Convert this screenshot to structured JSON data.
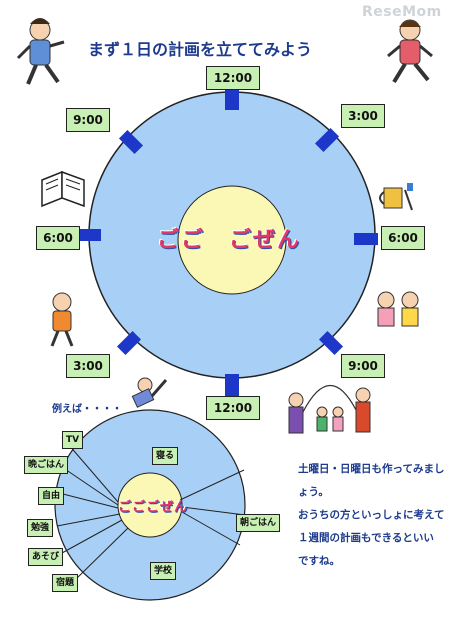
{
  "watermark": "ReseMom",
  "title": "まず１日の計画を立ててみよう",
  "clock": {
    "center_label": "ごご　ごぜん",
    "times": {
      "top": "12:00",
      "right_upper": "3:00",
      "right": "6:00",
      "right_lower": "9:00",
      "bottom": "12:00",
      "left_lower": "3:00",
      "left": "6:00",
      "left_upper": "9:00"
    }
  },
  "example": {
    "heading": "例えば・・・・",
    "center_label": "ごごごぜん",
    "left_items": [
      "TV",
      "晩ごはん",
      "自由",
      "勉強",
      "あそび",
      "宿題"
    ],
    "right_items": [
      "寝る",
      "朝ごはん",
      "学校"
    ]
  },
  "note": {
    "lines": [
      "土曜日・日曜日も作ってみまし",
      "ょう。",
      "おうちの方といっしょに考えて",
      "１週間の計画もできるといい",
      "ですね。"
    ]
  },
  "colors": {
    "outer_circle": "#a8cff5",
    "inner_circle": "#fbf7b4",
    "tick": "#1d38c8",
    "box": "#c9f0b4",
    "title": "#1d3b8c"
  }
}
